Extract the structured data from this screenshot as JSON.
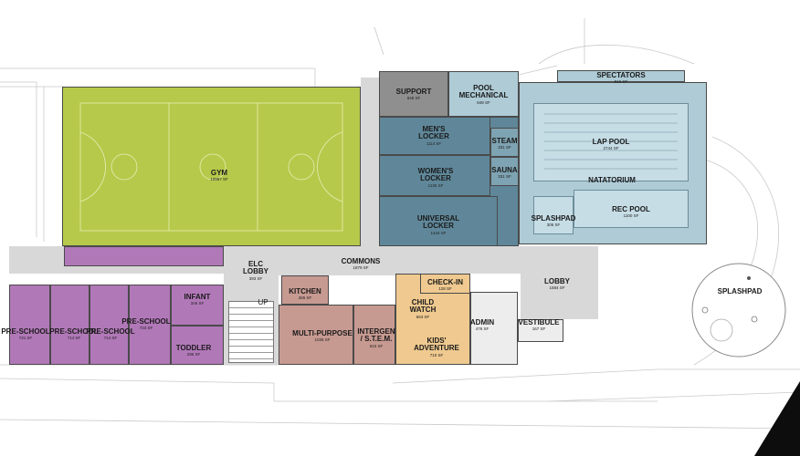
{
  "colors": {
    "gym": "#b7c94a",
    "aquatic_light": "#aecbd6",
    "locker_dark": "#5f8799",
    "support_gray": "#8f8f8f",
    "childcare_purple": "#b178b8",
    "multipurpose_rose": "#c79a91",
    "child_watch_tan": "#efc98f",
    "circulation": "#d8d8d8",
    "outline": "#4a4a4a"
  },
  "rooms": {
    "support": {
      "name": "SUPPORT",
      "sf": "848 SF"
    },
    "pool_mechanical": {
      "name": "POOL\nMECHANICAL",
      "sf": "848 SF"
    },
    "spectators": {
      "name": "SPECTATORS",
      "sf": "815 SF"
    },
    "gym": {
      "name": "GYM",
      "sf": "10987 SF"
    },
    "mens_locker": {
      "name": "MEN'S\nLOCKER",
      "sf": "1114 SF"
    },
    "steam": {
      "name": "STEAM",
      "sf": "331 SF"
    },
    "sauna": {
      "name": "SAUNA",
      "sf": "331 SF"
    },
    "womens_locker": {
      "name": "WOMEN'S\nLOCKER",
      "sf": "1135 SF"
    },
    "universal_locker": {
      "name": "UNIVERSAL\nLOCKER",
      "sf": "1444 SF"
    },
    "lap_pool": {
      "name": "LAP POOL",
      "sf": "2744 SF"
    },
    "natatorium": {
      "name": "NATATORIUM",
      "sf": ""
    },
    "rec_pool": {
      "name": "REC POOL",
      "sf": "1100 SF"
    },
    "splashpad_indoor": {
      "name": "SPLASHPAD",
      "sf": "305 SF"
    },
    "elc_lobby": {
      "name": "ELC\nLOBBY",
      "sf": "393 SF"
    },
    "commons": {
      "name": "COMMONS",
      "sf": "1879 SF"
    },
    "lobby": {
      "name": "LOBBY",
      "sf": "1584 SF"
    },
    "preschool_1": {
      "name": "PRE-SCHOOL",
      "sf": "721 SF"
    },
    "preschool_2": {
      "name": "PRE-SCHOOL",
      "sf": "714 SF"
    },
    "preschool_3": {
      "name": "PRE-SCHOOL",
      "sf": "714 SF"
    },
    "preschool_4": {
      "name": "PRE-SCHOOL",
      "sf": "723 SF"
    },
    "infant": {
      "name": "INFANT",
      "sf": "346 SF"
    },
    "toddler": {
      "name": "TODDLER",
      "sf": "296 SF"
    },
    "kitchen": {
      "name": "KITCHEN",
      "sf": "365 SF"
    },
    "multi_purpose": {
      "name": "MULTI-PURPOSE",
      "sf": "1035 SF"
    },
    "intergen": {
      "name": "INTERGEN\n/ S.T.E.M.",
      "sf": "623 SF"
    },
    "check_in": {
      "name": "CHECK-IN",
      "sf": "128 SF"
    },
    "child_watch": {
      "name": "CHILD\nWATCH",
      "sf": "663 SF"
    },
    "kids_adventure": {
      "name": "KIDS'\nADVENTURE",
      "sf": "710 SF"
    },
    "admin": {
      "name": "ADMIN",
      "sf": "476 SF"
    },
    "vestibule": {
      "name": "VESTIBULE",
      "sf": "167 SF"
    },
    "splashpad_outdoor": {
      "name": "SPLASHPAD",
      "sf": ""
    }
  },
  "annotations": {
    "up": "UP"
  }
}
